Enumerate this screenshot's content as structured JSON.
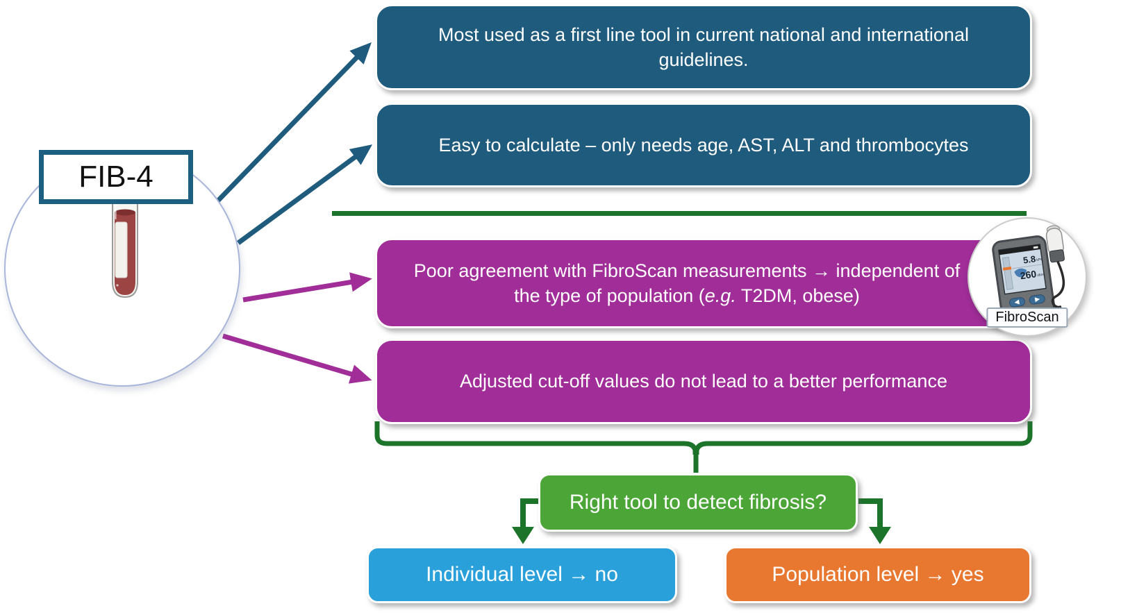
{
  "hub": {
    "label": "FIB-4",
    "icon": "blood-sample-tube-icon"
  },
  "strengths": [
    {
      "text": "Most used as a first line tool in current national and international guidelines."
    },
    {
      "text": "Easy to calculate – only needs age, AST, ALT and thrombocytes"
    }
  ],
  "limitations": {
    "fibroscan_box": {
      "pre": "Poor agreement with FibroScan measurements → independent of the type of population (",
      "italic": "e.g.",
      "post": " T2DM, obese)"
    },
    "cutoff_box": {
      "text": "Adjusted cut-off values do not lead to a better performance"
    }
  },
  "fibroscan_device": {
    "label": "FibroScan",
    "stiffness_value": "5.8",
    "stiffness_unit": "kPa",
    "cap_value": "260",
    "cap_unit": "dB/m"
  },
  "question": {
    "text": "Right tool to detect fibrosis?"
  },
  "outcomes": {
    "individual": {
      "text": "Individual level → no"
    },
    "population": {
      "text": "Population level → yes"
    }
  },
  "colors": {
    "strength_box": "#1f5b7d",
    "limitation_box": "#a02d98",
    "question_box": "#4ba637",
    "individual_box": "#29a0da",
    "population_box": "#e8772f",
    "connector_green": "#1b7429",
    "arrow_teal": "#1f5b7d",
    "arrow_magenta": "#a02d98"
  }
}
